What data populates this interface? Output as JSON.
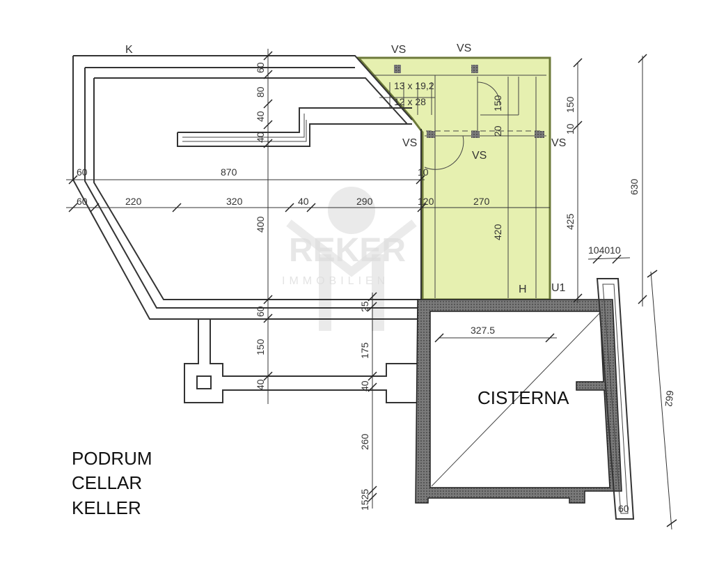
{
  "title_lines": [
    "PODRUM",
    "CELLAR",
    "KELLER"
  ],
  "room_label": "CISTERNA",
  "labels": {
    "k": "K",
    "vs": "VS",
    "h": "H",
    "u1": "U1"
  },
  "stairs": {
    "risers": "13 x 19,2",
    "treads": "12 x 28"
  },
  "watermark": {
    "name": "REKER",
    "sub": "IMMOBILIEN"
  },
  "dimensions": {
    "d60_top": "60",
    "d80": "80",
    "d40a": "40",
    "d40b": "40",
    "d40c": "40",
    "d870": "870",
    "d10": "10",
    "d60_left": "60",
    "d60_left2": "60",
    "d220": "220",
    "d320": "320",
    "d40": "40",
    "d290": "290",
    "d120": "120",
    "d270": "270",
    "d400": "400",
    "d420": "420",
    "d150_stair": "150",
    "d20": "20",
    "d150_right": "150",
    "d10_right": "10",
    "d425": "425",
    "d630": "630",
    "d104010": "104010",
    "d60_mid": "60",
    "d150_mid": "150",
    "d40_mid": "40",
    "d25": "25",
    "d175": "175",
    "d40_low": "40",
    "d260": "260",
    "d1525": "1525",
    "d327_5": "327.5",
    "d662": "662",
    "d60_bottom": "60"
  },
  "colors": {
    "highlight": "#e6f0b0",
    "wall_fill": "#6a6a6a"
  }
}
